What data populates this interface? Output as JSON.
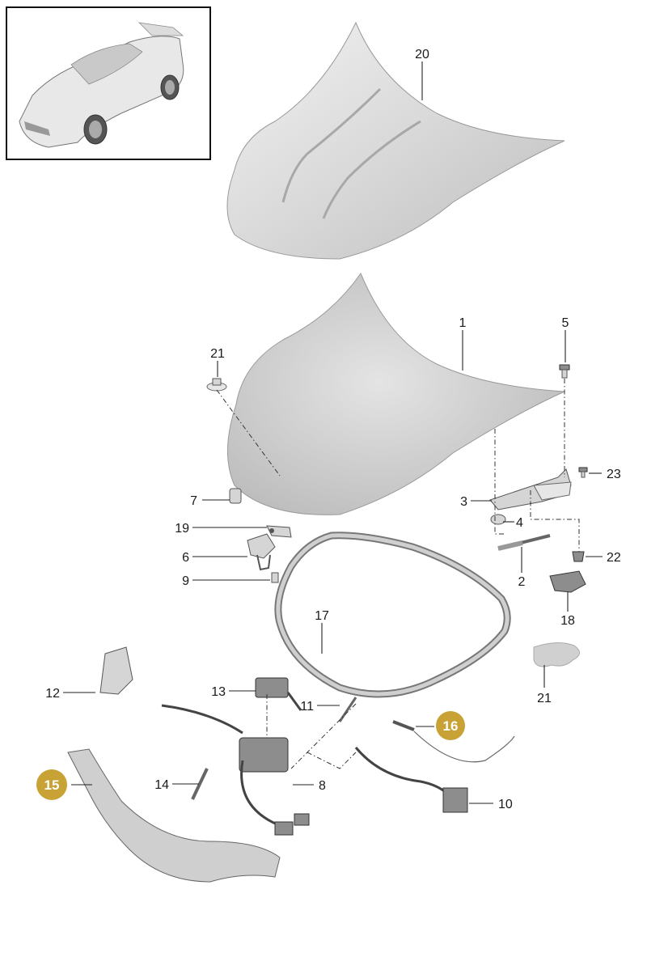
{
  "callouts": [
    {
      "id": "c20",
      "label": "20"
    },
    {
      "id": "c1",
      "label": "1"
    },
    {
      "id": "c5",
      "label": "5"
    },
    {
      "id": "c21a",
      "label": "21"
    },
    {
      "id": "c23",
      "label": "23"
    },
    {
      "id": "c3",
      "label": "3"
    },
    {
      "id": "c4",
      "label": "4"
    },
    {
      "id": "c7",
      "label": "7"
    },
    {
      "id": "c19",
      "label": "19"
    },
    {
      "id": "c22",
      "label": "22"
    },
    {
      "id": "c6",
      "label": "6"
    },
    {
      "id": "c2",
      "label": "2"
    },
    {
      "id": "c9",
      "label": "9"
    },
    {
      "id": "c18",
      "label": "18"
    },
    {
      "id": "c17",
      "label": "17"
    },
    {
      "id": "c21b",
      "label": "21"
    },
    {
      "id": "c12",
      "label": "12"
    },
    {
      "id": "c13",
      "label": "13"
    },
    {
      "id": "c11",
      "label": "11"
    },
    {
      "id": "c16",
      "label": "16"
    },
    {
      "id": "c15",
      "label": "15"
    },
    {
      "id": "c14",
      "label": "14"
    },
    {
      "id": "c8",
      "label": "8"
    },
    {
      "id": "c10",
      "label": "10"
    }
  ],
  "colors": {
    "highlight": "#c8a235",
    "line": "#222222",
    "part": "#d5d5d5"
  }
}
